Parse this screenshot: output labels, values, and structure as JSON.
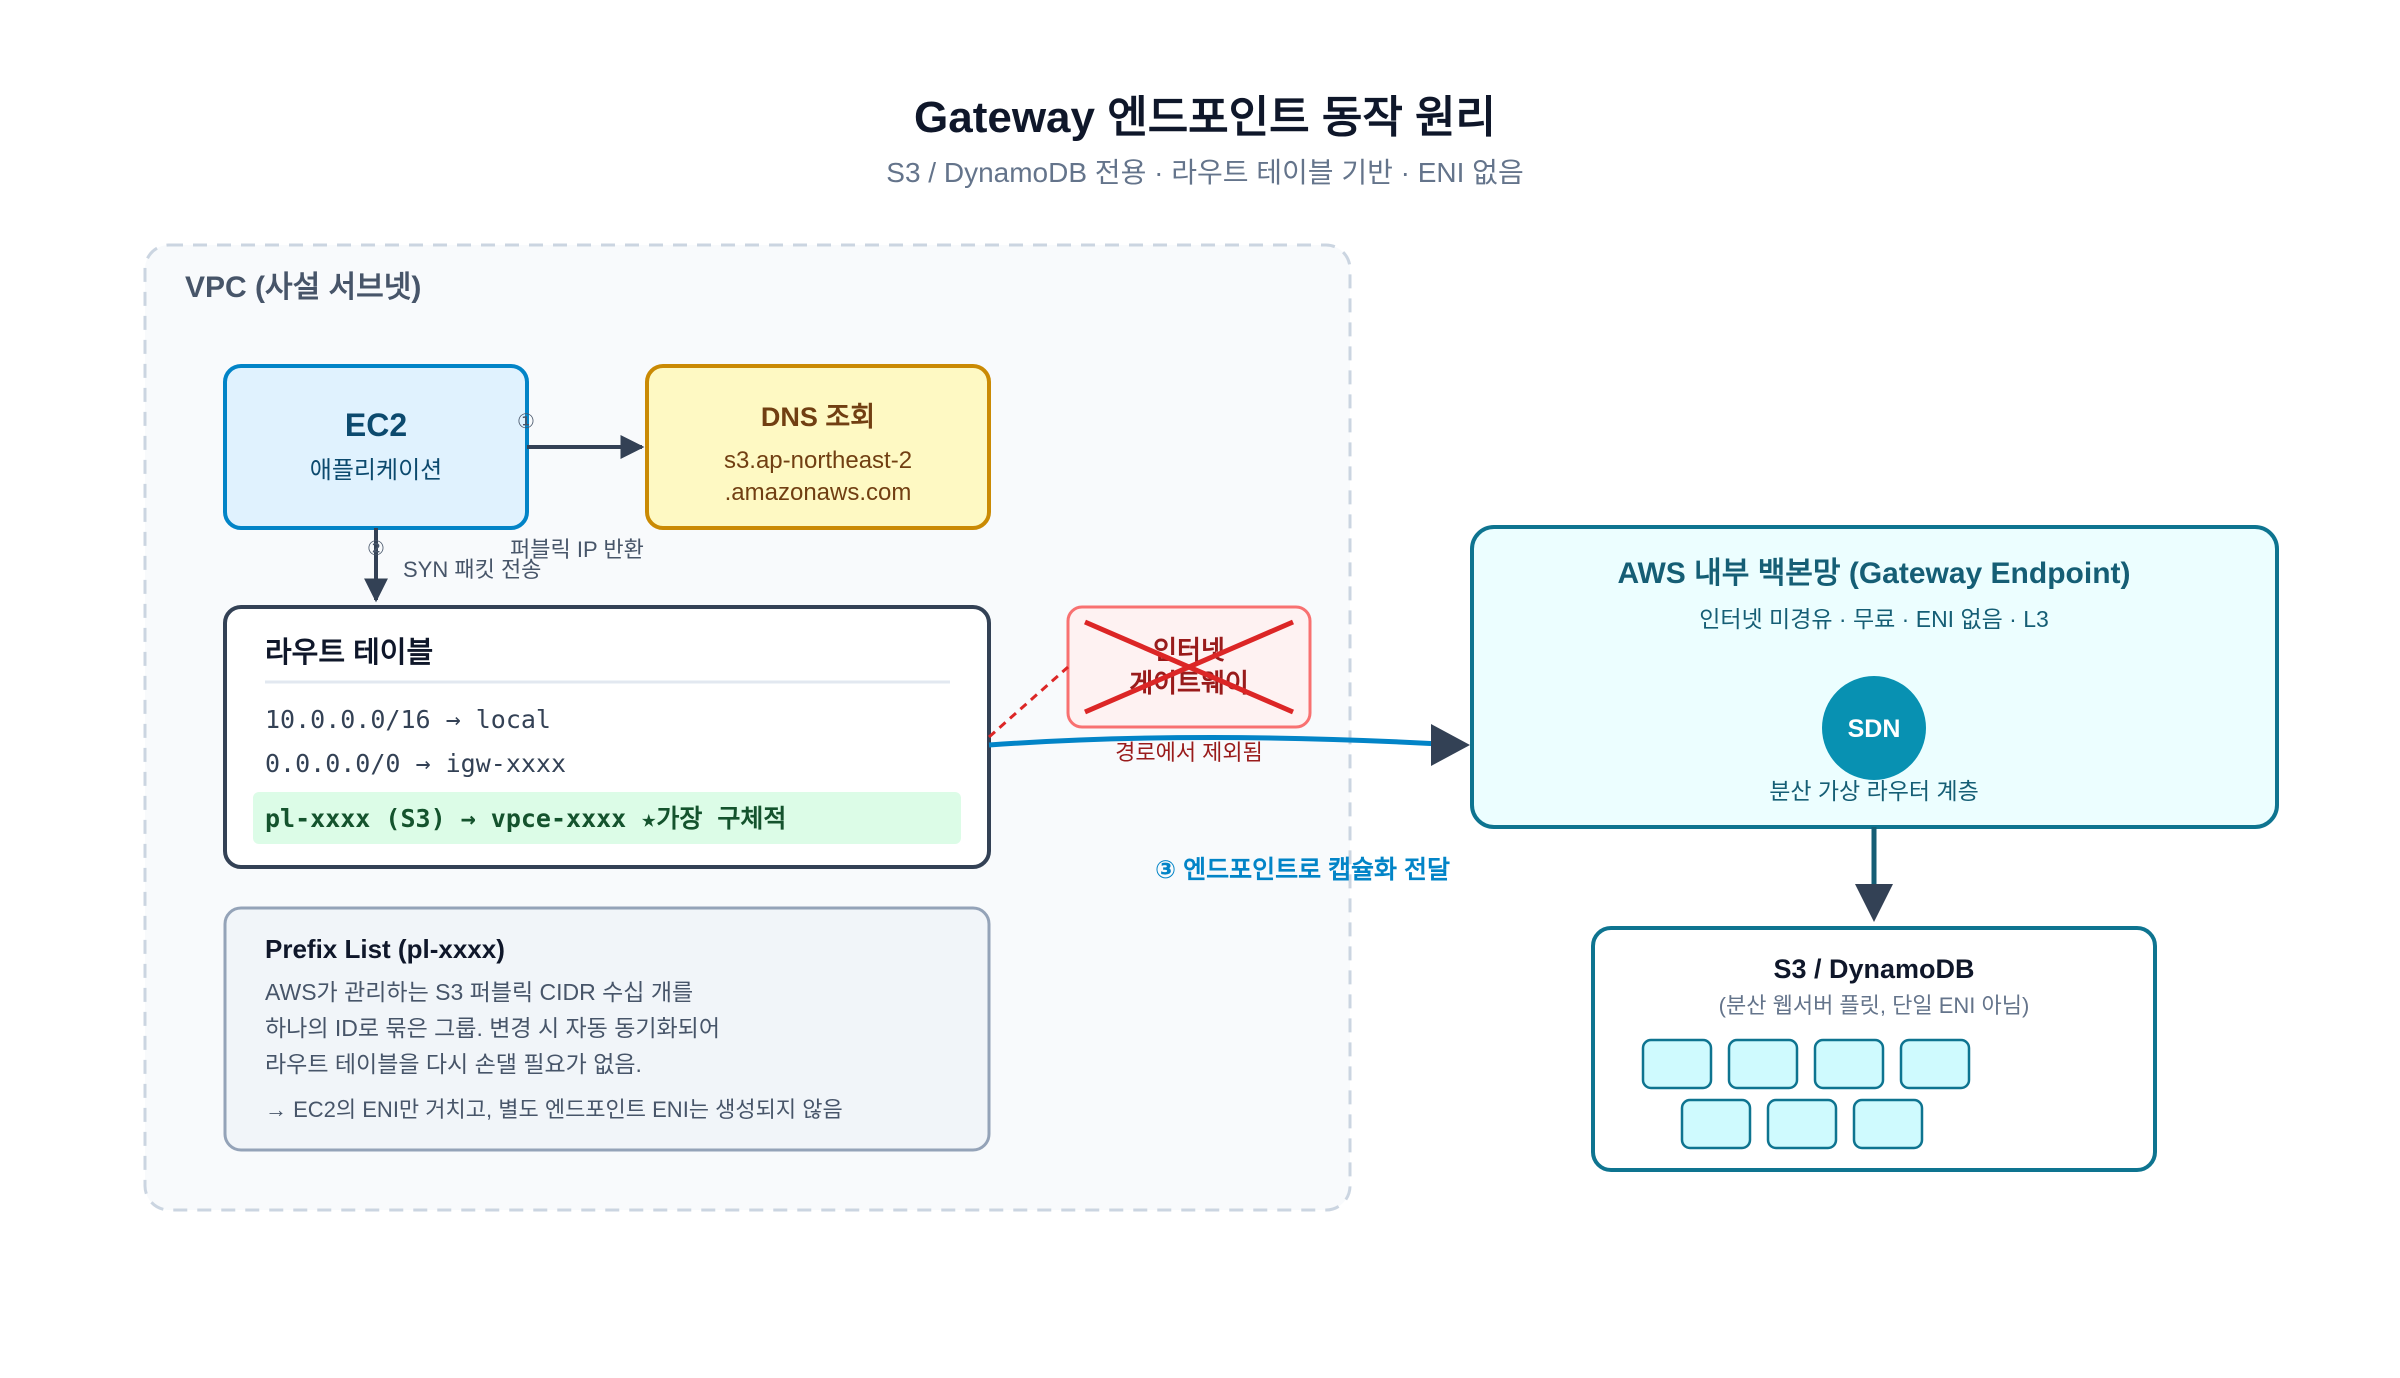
{
  "header": {
    "title": "Gateway 엔드포인트 동작 원리",
    "subtitle": "S3 / DynamoDB 전용 · 라우트 테이블 기반 · ENI 없음"
  },
  "vpc": {
    "label": "VPC (사설 서브넷)"
  },
  "ec2": {
    "title": "EC2",
    "subtitle": "애플리케이션"
  },
  "dns": {
    "title": "DNS 조회",
    "line1": "s3.ap-northeast-2",
    "line2": ".amazonaws.com"
  },
  "steps": {
    "step1": "①",
    "step2": "②",
    "syn": "SYN 패킷 전송",
    "public_ip": "퍼블릭 IP 반환",
    "step3": "③ 엔드포인트로 캡슐화 전달"
  },
  "route_table": {
    "title": "라우트 테이블",
    "routes": [
      "10.0.0.0/16 → local",
      "0.0.0.0/0 → igw-xxxx"
    ],
    "highlight": "pl-xxxx (S3) → vpce-xxxx ★가장 구체적"
  },
  "prefix_list": {
    "title": "Prefix List (pl-xxxx)",
    "lines": [
      "AWS가 관리하는 S3 퍼블릭 CIDR 수십 개를",
      "하나의 ID로 묶은 그룹. 변경 시 자동 동기화되어",
      "라우트 테이블을 다시 손댈 필요가 없음."
    ],
    "note": "→ EC2의 ENI만 거치고, 별도 엔드포인트 ENI는 생성되지 않음"
  },
  "igw": {
    "line1": "인터넷",
    "line2": "게이트웨이",
    "caption": "경로에서 제외됨"
  },
  "aws_backbone": {
    "title": "AWS 내부 백본망 (Gateway Endpoint)",
    "subtitle": "인터넷 미경유 · 무료 · ENI 없음 · L3",
    "sdn": "SDN",
    "sdn_caption": "분산 가상 라우터 계층"
  },
  "s3": {
    "title": "S3 / DynamoDB",
    "subtitle": "(분산 웹서버 플릿, 단일 ENI 아님)"
  },
  "colors": {
    "title": "#0f172a",
    "muted": "#64748b",
    "arrow": "#334155",
    "ec2_fill": "#e0f2fe",
    "ec2_stroke": "#0284c7",
    "dns_fill": "#fef9c3",
    "dns_stroke": "#ca8a04",
    "route_green": "#dcfce7",
    "igw_red": "#dc2626",
    "teal": "#0e7490",
    "teal_fill": "#ecfeff",
    "cyan_cell": "#cffafe",
    "step3_blue": "#0284c7"
  }
}
